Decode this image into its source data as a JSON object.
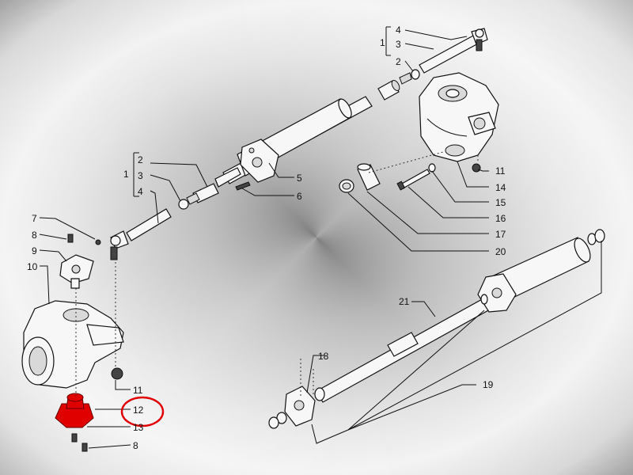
{
  "labels": {
    "top_group": [
      "1",
      "2",
      "3",
      "4"
    ],
    "left_group": [
      "1",
      "2",
      "3",
      "4"
    ],
    "p5": "5",
    "p6": "6",
    "p7": "7",
    "p8a": "8",
    "p8b": "8",
    "p9": "9",
    "p10": "10",
    "p11a": "11",
    "p11b": "11",
    "p12": "12",
    "p13": "13",
    "p14": "14",
    "p15": "15",
    "p16": "16",
    "p17": "17",
    "p18": "18",
    "p19": "19",
    "p20": "20",
    "p21": "21"
  },
  "colors": {
    "highlight_part": "#e00000",
    "highlight_circle": "#e00000"
  }
}
